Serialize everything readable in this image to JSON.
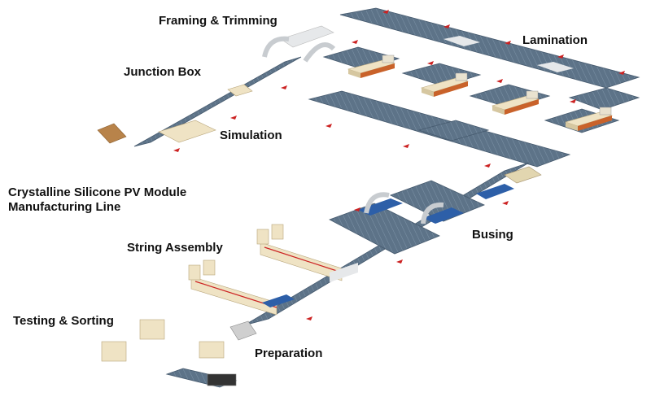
{
  "diagram": {
    "title_lines": [
      "Crystalline Silicone PV Module",
      "Manufacturing Line"
    ],
    "stages": {
      "framing": "Framing & Trimming",
      "junction": "Junction Box",
      "simulation": "Simulation",
      "lamination": "Lamination",
      "string_assembly": "String Assembly",
      "busing": "Busing",
      "testing": "Testing & Sorting",
      "preparation": "Preparation"
    },
    "flow_sequence": [
      "Preparation",
      "String Assembly",
      "Busing",
      "Lamination",
      "Framing & Trimming",
      "Junction Box",
      "Simulation",
      "Testing & Sorting"
    ],
    "colors": {
      "conveyor_top": "#5d7388",
      "conveyor_dark": "#465a6e",
      "conveyor_leg": "#9aa3ab",
      "glass": "#e6e8ea",
      "machine_body": "#efe3c4",
      "machine_shadow": "#d6c7a0",
      "cell_blue": "#2d5fa8",
      "arrow_red": "#cc2222",
      "label_text": "#111111"
    }
  }
}
